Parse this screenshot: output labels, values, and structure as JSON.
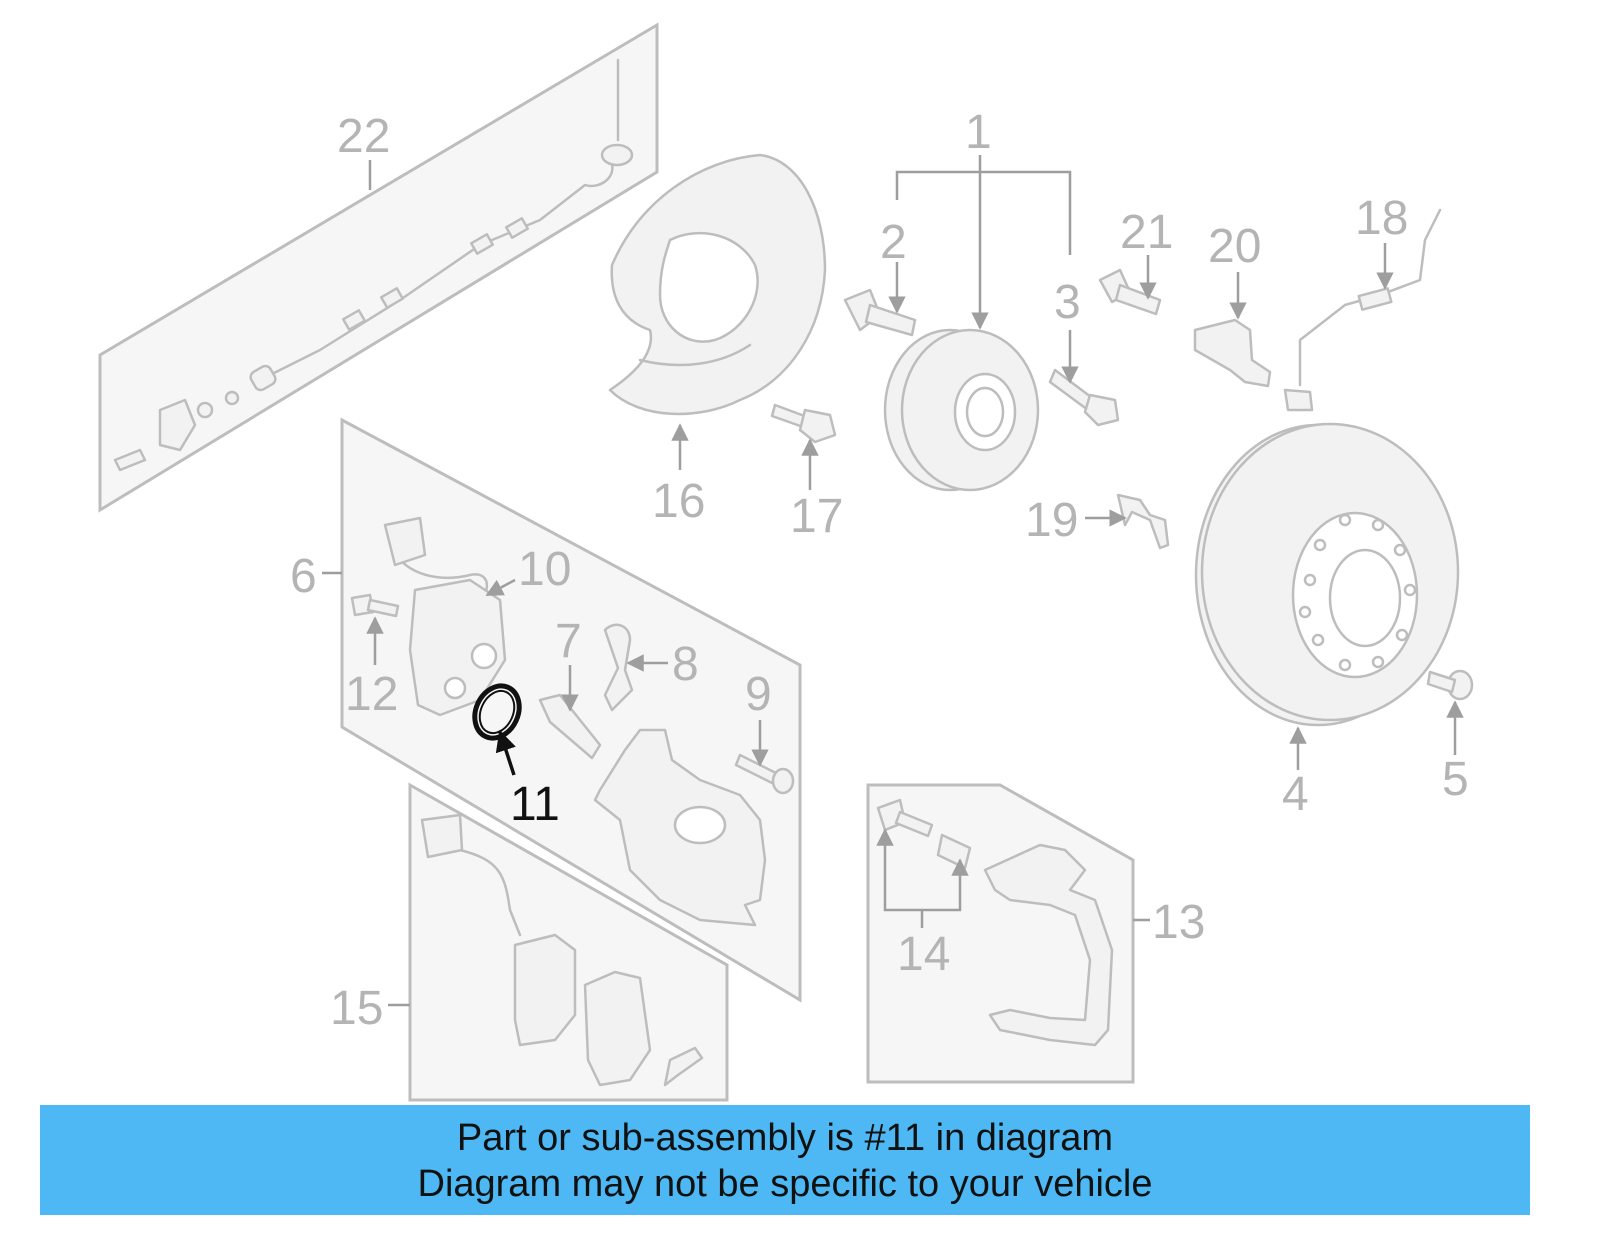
{
  "callouts": {
    "c1": "1",
    "c2": "2",
    "c3": "3",
    "c4": "4",
    "c5": "5",
    "c6": "6",
    "c7": "7",
    "c8": "8",
    "c9": "9",
    "c10": "10",
    "c11": "11",
    "c12": "12",
    "c13": "13",
    "c14": "14",
    "c15": "15",
    "c16": "16",
    "c17": "17",
    "c18": "18",
    "c19": "19",
    "c20": "20",
    "c21": "21",
    "c22": "22"
  },
  "highlight": {
    "part_number": "11",
    "color": "#111111"
  },
  "banner": {
    "line1": "Part or sub-assembly is #11 in diagram",
    "line2": "Diagram may not be specific to your vehicle",
    "background": "#4db8f3"
  },
  "colors": {
    "parts": "#bdbdbd",
    "labels": "#b4b4b4"
  }
}
